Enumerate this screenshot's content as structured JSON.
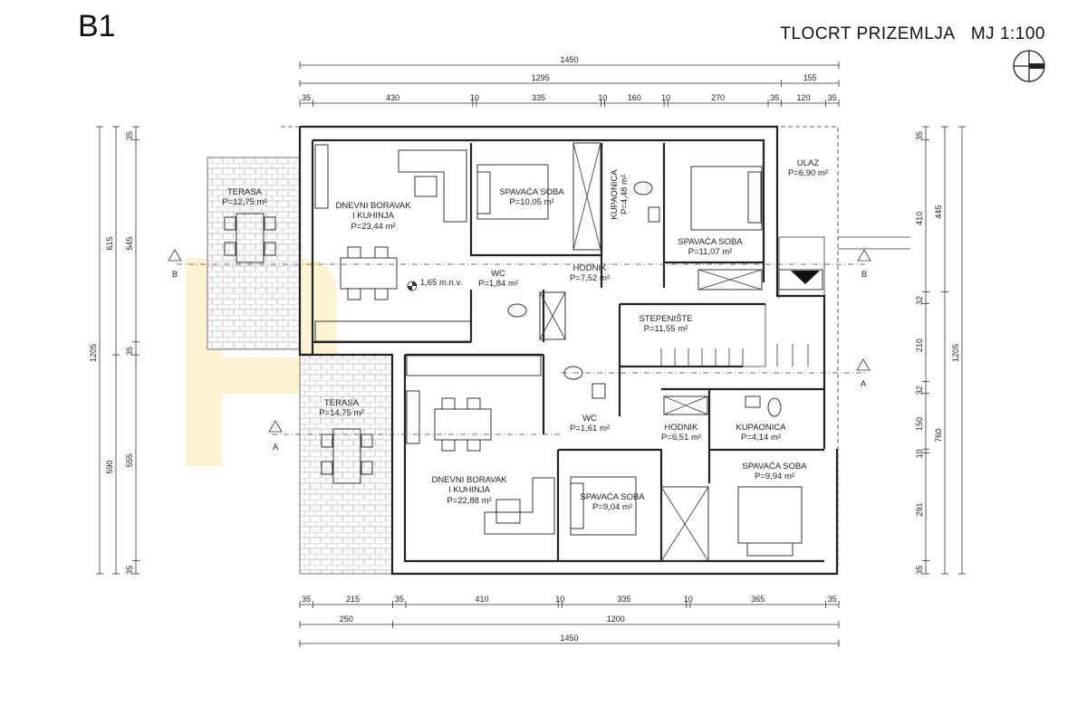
{
  "header": {
    "plan_id": "B1",
    "title": "TLOCRT PRIZEMLJA",
    "scale": "MJ 1:100"
  },
  "rooms": [
    {
      "id": "terasa-1",
      "name": "TERASA",
      "area": "P=12,75 m²"
    },
    {
      "id": "dnevni-1",
      "name": "DNEVNI BORAVAK",
      "name2": "I KUHINJA",
      "area": "P=23,44 m²"
    },
    {
      "id": "soba-1",
      "name": "SPAVAĆA SOBA",
      "area": "P=10,05 m²"
    },
    {
      "id": "kupaonica-1",
      "name": "KUPAONICA",
      "area": "P=4,48 m²"
    },
    {
      "id": "soba-2",
      "name": "SPAVAĆA SOBA",
      "area": "P=11,07 m²"
    },
    {
      "id": "ulaz",
      "name": "ULAZ",
      "area": "P=6,90 m²"
    },
    {
      "id": "wc-1",
      "name": "WC",
      "area": "P=1,84 m²"
    },
    {
      "id": "hodnik-1",
      "name": "HODNIK",
      "area": "P=7,52 m²"
    },
    {
      "id": "stepeniste",
      "name": "STEPENIŠTE",
      "area": "P=11,55 m²"
    },
    {
      "id": "terasa-2",
      "name": "TERASA",
      "area": "P=14,75 m²"
    },
    {
      "id": "wc-2",
      "name": "WC",
      "area": "P=1,61 m²"
    },
    {
      "id": "hodnik-2",
      "name": "HODNIK",
      "area": "P=6,51 m²"
    },
    {
      "id": "kupaonica-2",
      "name": "KUPAONICA",
      "area": "P=4,14 m²"
    },
    {
      "id": "soba-3",
      "name": "SPAVAĆA SOBA",
      "area": "P=9,94 m²"
    },
    {
      "id": "dnevni-2",
      "name": "DNEVNI BORAVAK",
      "name2": "I KUHINJA",
      "area": "P=22,88 m²"
    },
    {
      "id": "soba-4",
      "name": "SPAVAĆA SOBA",
      "area": "P=9,04 m²"
    }
  ],
  "level_mark": "1,65 m.n.v.",
  "section_marks": [
    "A",
    "A",
    "B",
    "B"
  ],
  "dimensions": {
    "top_total": "1450",
    "top_sub": [
      "1295",
      "155"
    ],
    "top_detail": [
      "35",
      "430",
      "10",
      "335",
      "10",
      "160",
      "10",
      "270",
      "35",
      "120",
      "35"
    ],
    "bottom_detail": [
      "35",
      "215",
      "35",
      "410",
      "10",
      "335",
      "10",
      "365",
      "35"
    ],
    "bottom_sub": [
      "250",
      "1200"
    ],
    "bottom_total": "1450",
    "left_outer": [
      "1205"
    ],
    "left_sub": [
      "615",
      "590"
    ],
    "left_detail": [
      "35",
      "545",
      "35",
      "555",
      "35"
    ],
    "right_detail": [
      "35",
      "410",
      "32",
      "210",
      "32",
      "150",
      "10",
      "291",
      "35"
    ],
    "right_sub": [
      "445",
      "760"
    ],
    "right_outer": [
      "1205"
    ]
  }
}
